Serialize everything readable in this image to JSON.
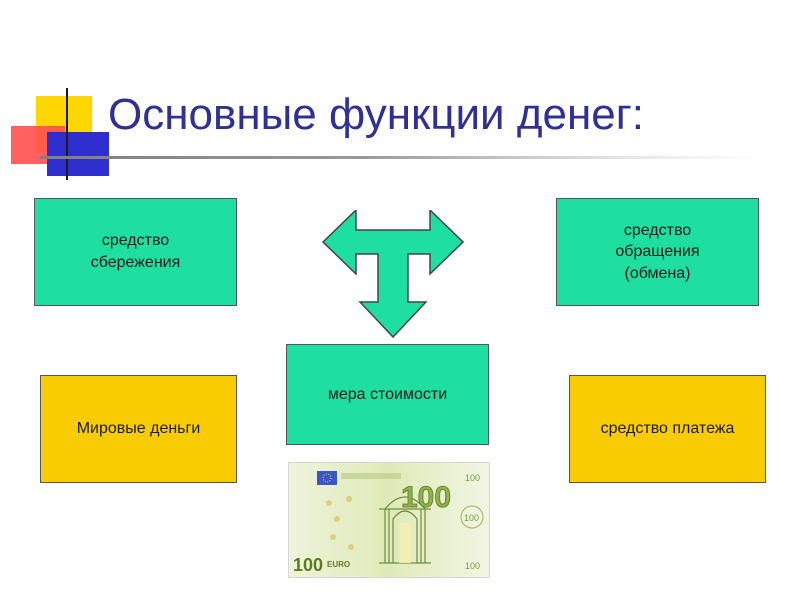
{
  "title": "Основные функции денег:",
  "colors": {
    "title": "#2E3192",
    "green_box": "#1EDEA0",
    "yellow_box": "#F8CC00",
    "deco_yellow": "#FFD700",
    "deco_red": "#FF5050",
    "deco_blue": "#2F2FCF"
  },
  "boxes": {
    "savings": "средство\nсбережения",
    "circulation": "средство\nобращения\n(обмена)",
    "measure": "мера стоимости",
    "world_money": "Мировые деньги",
    "payment": "средство платежа"
  },
  "banknote": {
    "denomination": "100",
    "currency": "EURO",
    "icon": "euro-banknote-image"
  },
  "arrow": {
    "icon": "three-way-arrow-icon"
  }
}
